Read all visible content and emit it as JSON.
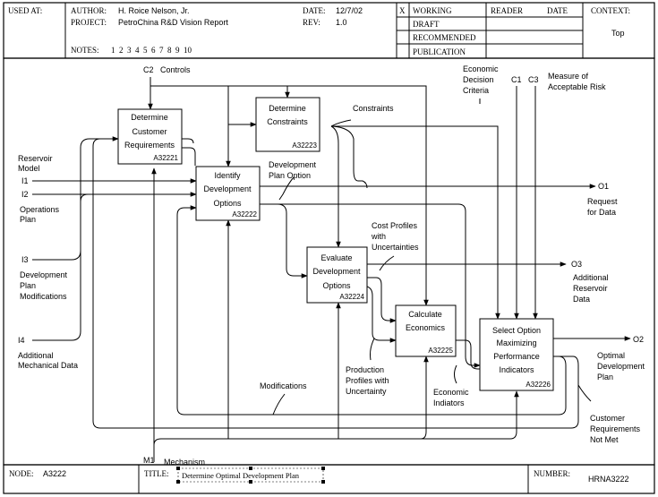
{
  "header": {
    "used_at_label": "USED AT:",
    "author_label": "AUTHOR:",
    "author": "H. Roice Nelson, Jr.",
    "project_label": "PROJECT:",
    "project": "PetroChina R&D Vision Report",
    "date_label": "DATE:",
    "date": "12/7/02",
    "rev_label": "REV:",
    "rev": "1.0",
    "notes_label": "NOTES:",
    "notes": "1  2  3  4  5  6  7  8  9  10",
    "status_mark": "X",
    "status": [
      "WORKING",
      "DRAFT",
      "RECOMMENDED",
      "PUBLICATION"
    ],
    "reader_label": "READER",
    "reader_date_label": "DATE",
    "context_label": "CONTEXT:",
    "context": "Top"
  },
  "boxes": [
    {
      "id": "b1",
      "lines": [
        "Determine",
        "Customer",
        "Requirements"
      ],
      "code": "A32221"
    },
    {
      "id": "b2",
      "lines": [
        "Identify",
        "Development",
        "Options"
      ],
      "code": "A32222"
    },
    {
      "id": "b3",
      "lines": [
        "Determine",
        "Constraints"
      ],
      "code": "A32223"
    },
    {
      "id": "b4",
      "lines": [
        "Evaluate",
        "Development",
        "Options"
      ],
      "code": "A32224"
    },
    {
      "id": "b5",
      "lines": [
        "Calculate",
        "Economics"
      ],
      "code": "A32225"
    },
    {
      "id": "b6",
      "lines": [
        "Select Option",
        "Maximizing",
        "Performance",
        "Indicators"
      ],
      "code": "A32226"
    }
  ],
  "labels": {
    "c2": "C2   Controls",
    "c1": "C1",
    "c3": "C3",
    "economic_criteria": [
      "Economic",
      "Decision",
      "Criteria"
    ],
    "measure_risk": [
      "Measure of",
      "Acceptable Risk"
    ],
    "constraints": "Constraints",
    "reservoir_model": [
      "Reservoir",
      "Model"
    ],
    "i1": "I1",
    "i2": "I2",
    "operations_plan": [
      "Operations",
      "Plan"
    ],
    "i3": "I3",
    "dev_plan_mods": [
      "Development",
      "Plan",
      "Modifications"
    ],
    "i4": "I4",
    "add_mech_data": [
      "Additional",
      "Mechanical Data"
    ],
    "dev_plan_option": [
      "Development",
      "Plan Option"
    ],
    "o1": "O1",
    "request_data": [
      "Request",
      "for Data"
    ],
    "cost_profiles": [
      "Cost Profiles",
      "with",
      "Uncertainties"
    ],
    "o3": "O3",
    "add_reservoir_data": [
      "Additional",
      "Reservoir",
      "Data"
    ],
    "o2": "O2",
    "optimal_plan": [
      "Optimal",
      "Development",
      "Plan"
    ],
    "production_profiles": [
      "Production",
      "Profiles with",
      "Uncertainty"
    ],
    "economic_indicators": [
      "Economic",
      "Indiators"
    ],
    "modifications": "Modifications",
    "cust_req_not_met": [
      "Customer",
      "Requirements",
      "Not Met"
    ],
    "m1": "M1",
    "mechanism": "Mechanism"
  },
  "footer": {
    "node_label": "NODE:",
    "node": "A3222",
    "title_label": "TITLE:",
    "title": "Determine Optimal Development Plan",
    "number_label": "NUMBER:",
    "number": "HRNA3222"
  }
}
